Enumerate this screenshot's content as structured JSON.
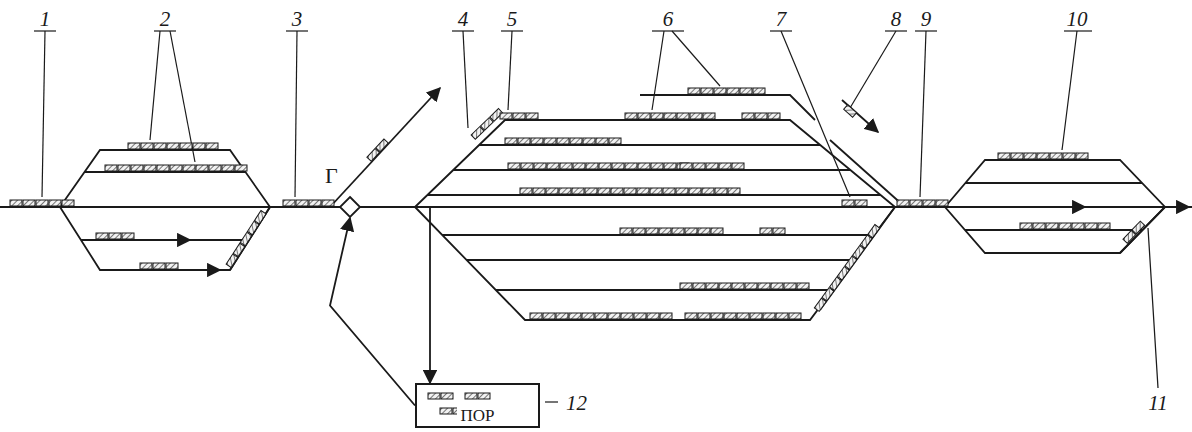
{
  "diagram": {
    "nodes": [
      {
        "text": [
          "Г"
        ]
      },
      {
        "text": [
          "ПОР"
        ]
      }
    ],
    "edges": [
      {
        "from": 0,
        "to": 1,
        "arrow": "to"
      },
      {
        "from": 1,
        "to": 0,
        "arrow": "to"
      }
    ],
    "labels": [
      "1",
      "2",
      "3",
      "4",
      "5",
      "6",
      "7",
      "8",
      "9",
      "10",
      "11",
      "12"
    ]
  }
}
